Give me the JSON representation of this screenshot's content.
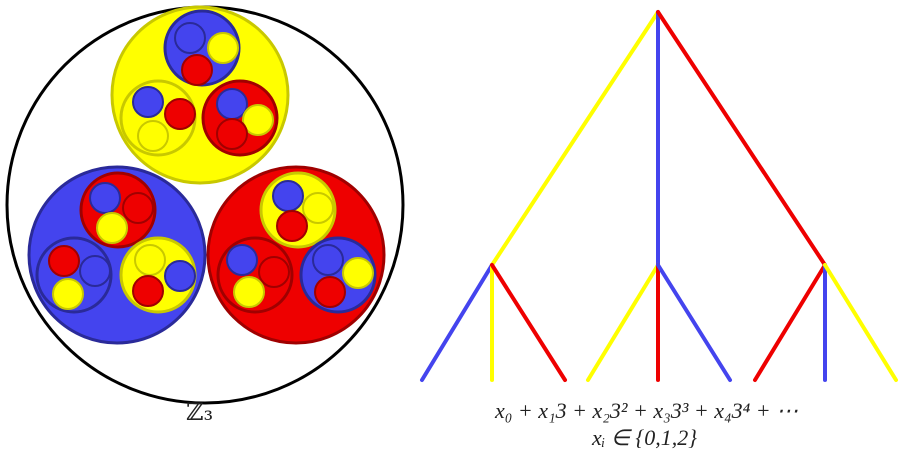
{
  "colors": {
    "yellow": "#ffff00",
    "blue": "#4444ee",
    "red": "#ee0000",
    "outline": "#000000"
  },
  "labels": {
    "ring": "ℤ₃",
    "series": "x₀ + x₁3 + x₂3² + x₃3³ + x₄3⁴ + ⋯",
    "digits": "xᵢ ∈ {0,1,2}"
  },
  "tree": {
    "root_branches": [
      "yellow",
      "blue",
      "red"
    ],
    "sub_branches": [
      "blue",
      "yellow",
      "red"
    ]
  }
}
